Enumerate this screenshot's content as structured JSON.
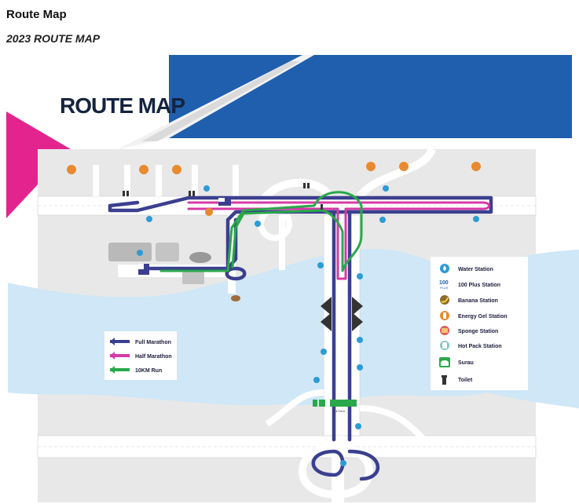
{
  "header": {
    "title": "Route Map",
    "subtitle": "2023 ROUTE MAP"
  },
  "map": {
    "title": "ROUTE MAP",
    "route_legend": [
      {
        "label": "Full Marathon",
        "color": "#3b3f8f"
      },
      {
        "label": "Half Marathon",
        "color": "#d63aa6"
      },
      {
        "label": "10KM Run",
        "color": "#2aa84a"
      }
    ],
    "station_legend": [
      {
        "label": "Water Station",
        "icon": "water-drop-icon"
      },
      {
        "label": "100 Plus Station",
        "icon": "100plus-icon"
      },
      {
        "label": "Banana Station",
        "icon": "banana-icon"
      },
      {
        "label": "Energy Gel Station",
        "icon": "energy-gel-icon"
      },
      {
        "label": "Sponge Station",
        "icon": "sponge-icon"
      },
      {
        "label": "Hot Pack Station",
        "icon": "hot-pack-icon"
      },
      {
        "label": "Surau",
        "icon": "mosque-icon"
      },
      {
        "label": "Toilet",
        "icon": "toilet-icon"
      }
    ],
    "toll_label": "Toll Plaza",
    "colors": {
      "full_marathon": "#3b3f8f",
      "half_marathon": "#d63aa6",
      "ten_km": "#2aa84a",
      "water": "#cfe7f6",
      "land": "#e8e8e8",
      "road": "#ffffff",
      "blue_banner": "#1f5fad",
      "pink_banner": "#e3248e",
      "pin": "#e98a2f"
    }
  }
}
